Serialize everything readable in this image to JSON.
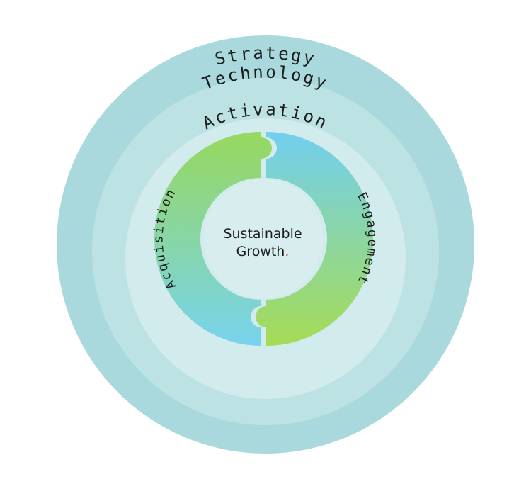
{
  "rings": [
    {
      "label": "Strategy",
      "color": "#a9d9dc"
    },
    {
      "label": "Technology",
      "color": "#bde2e4"
    },
    {
      "label": "Activation",
      "color": "#d2ebec"
    }
  ],
  "cycle": {
    "left": {
      "label": "Acquisition",
      "gradient_top": "#97d85d",
      "gradient_bottom": "#78d3ee"
    },
    "right": {
      "label": "Engagement",
      "gradient_top": "#72cff0",
      "gradient_bottom": "#a5dc55"
    }
  },
  "center": {
    "line1": "Sustainable",
    "line2": "Growth",
    "dot": ".",
    "dot_color": "#e0443a",
    "fill": "#d8eeee"
  }
}
